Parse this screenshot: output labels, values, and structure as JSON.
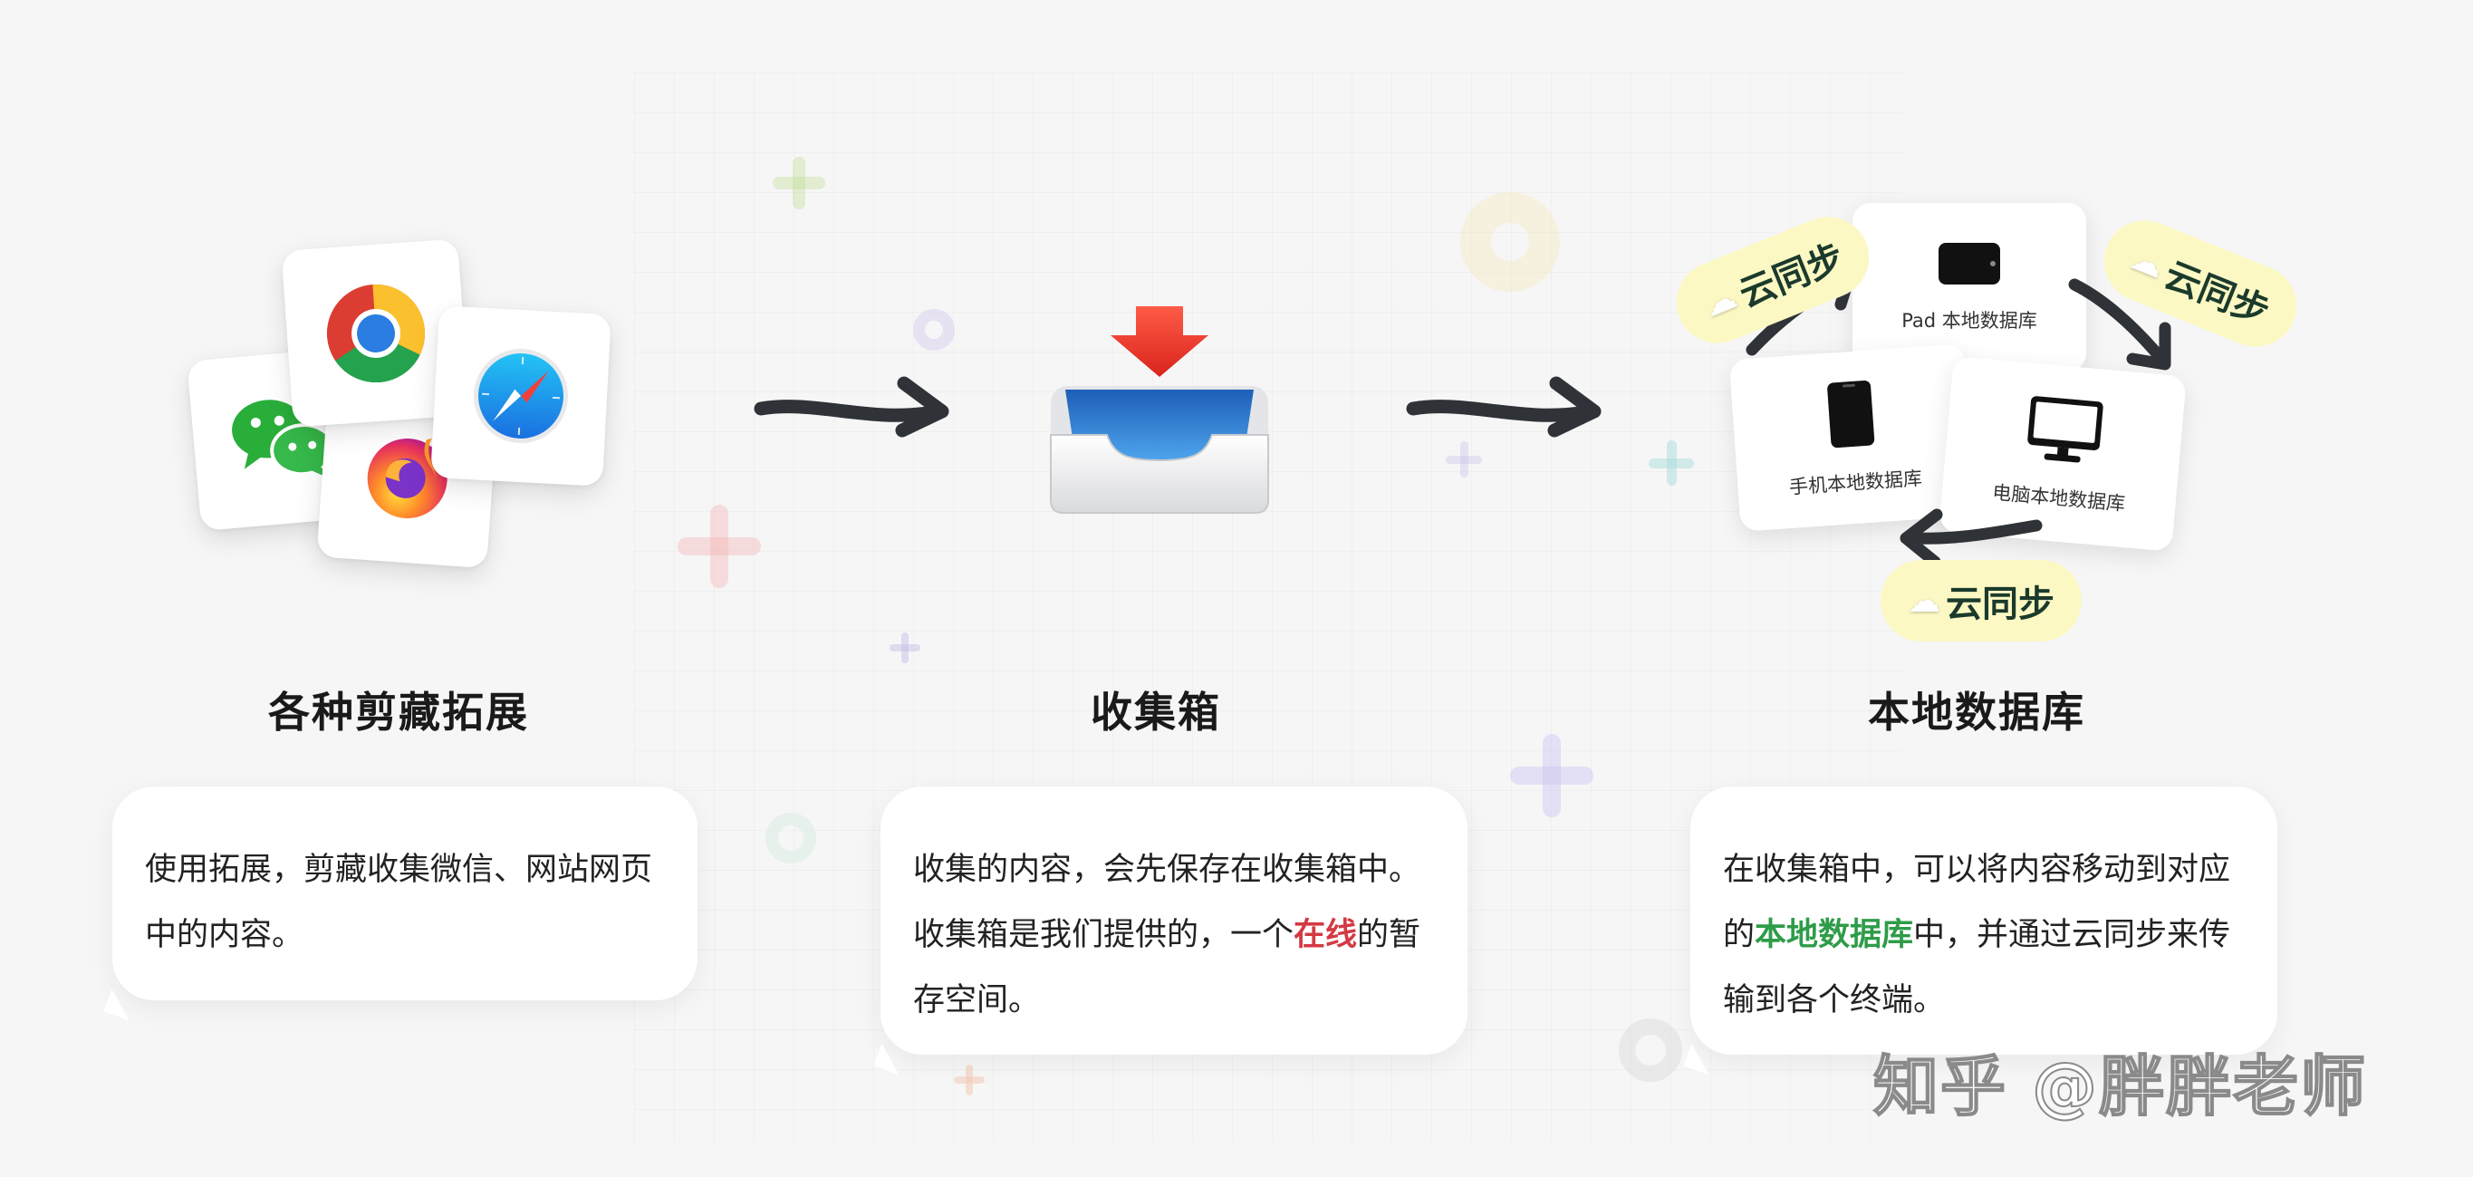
{
  "columns": [
    {
      "id": "extensions",
      "heading": "各种剪藏拓展",
      "desc_line1": "使用拓展，剪藏收集微信、网站网页",
      "desc_line2": "中的内容。",
      "icons": [
        "wechat-icon",
        "chrome-icon",
        "safari-icon",
        "firefox-icon"
      ]
    },
    {
      "id": "inbox",
      "heading": "收集箱",
      "desc_line1": "收集的内容，会先保存在收集箱中。",
      "desc_line2_pre": "收集箱是我们提供的，一个",
      "desc_line2_highlight": "在线",
      "desc_line2_post": "的暂",
      "desc_line3": "存空间。",
      "icons": [
        "inbox-tray-icon"
      ]
    },
    {
      "id": "local-db",
      "heading": "本地数据库",
      "desc_line1": "在收集箱中，可以将内容移动到对应",
      "desc_line2_pre": "的",
      "desc_line2_highlight": "本地数据库",
      "desc_line2_post": "中，并通过云同步来传",
      "desc_line3": "输到各个终端。",
      "devices": {
        "pad": "Pad 本地数据库",
        "phone": "手机本地数据库",
        "pc": "电脑本地数据库"
      },
      "sync_label": "云同步"
    }
  ],
  "watermark": "知乎 @胖胖老师",
  "colors": {
    "highlight_red": "#d33a43",
    "highlight_green": "#2e9c48",
    "sync_bg": "#fbf8c4",
    "arrow": "#2f3236"
  }
}
